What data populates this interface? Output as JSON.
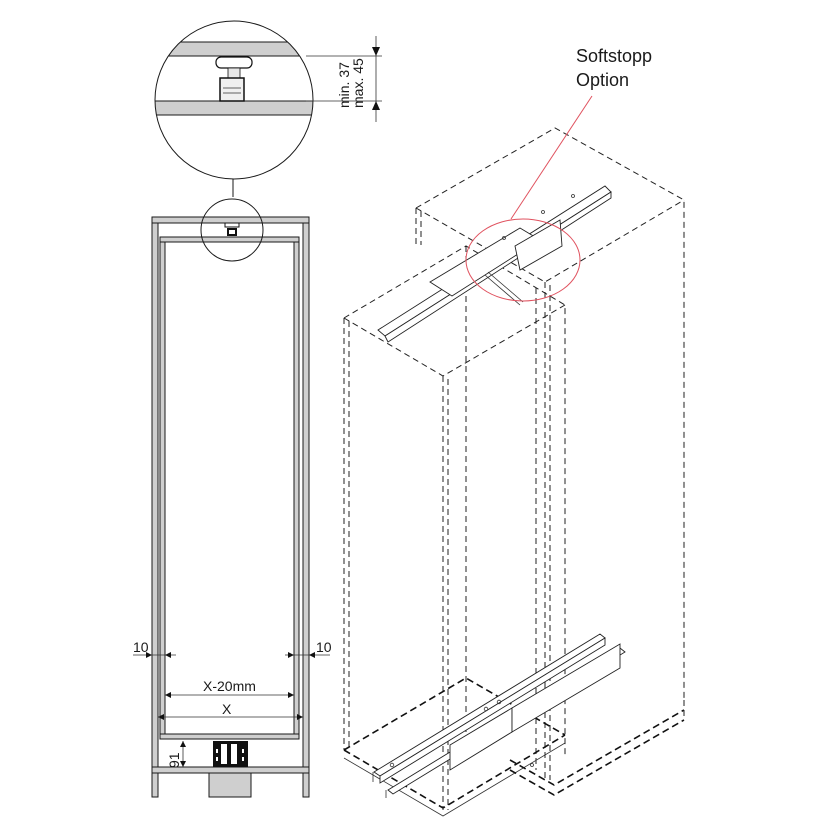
{
  "detail": {
    "dim_min": "min. 37",
    "dim_max": "max. 45"
  },
  "callout": {
    "line1": "Softstopp",
    "line2": "Option",
    "color": "#e0525f"
  },
  "front_view": {
    "left_gap": "10",
    "right_gap": "10",
    "inner_width": "X-20mm",
    "outer_width": "X",
    "bottom_height": "91"
  }
}
